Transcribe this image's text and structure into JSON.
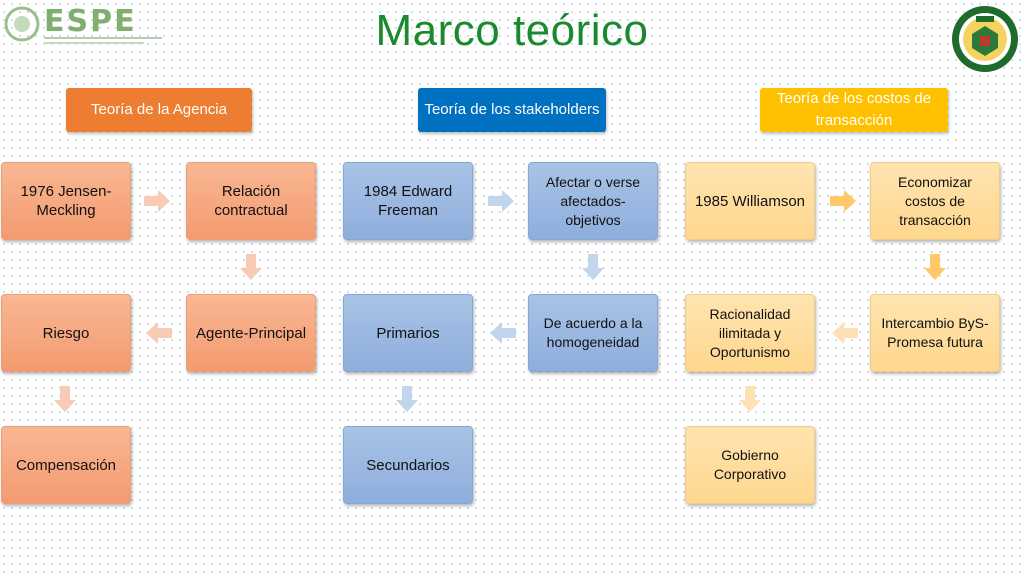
{
  "title": "Marco teórico",
  "logo_text": "ESPE",
  "headers": {
    "agencia": "Teoría de la Agencia",
    "stakeholders": "Teoría de los stakeholders",
    "costos": "Teoría de los costos de transacción"
  },
  "agencia": {
    "jensen": "1976 Jensen-Meckling",
    "relacion": "Relación contractual",
    "agente": "Agente-Principal",
    "riesgo": "Riesgo",
    "compensacion": "Compensación"
  },
  "stakeholders": {
    "freeman": "1984 Edward Freeman",
    "afectar": "Afectar o verse afectados-objetivos",
    "homogeneidad": "De acuerdo a la homogeneidad",
    "primarios": "Primarios",
    "secundarios": "Secundarios"
  },
  "costos": {
    "williamson": "1985 Williamson",
    "economizar": "Economizar costos de transacción",
    "intercambio": "Intercambio ByS-Promesa futura",
    "racionalidad": "Racionalidad ilimitada y Oportunismo",
    "gobierno": "Gobierno Corporativo"
  },
  "colors": {
    "title": "#1a8a2e",
    "agencia": "#ed7d31",
    "stakeholders": "#0070c0",
    "costos": "#ffc000"
  },
  "icons": [
    "espe-logo-icon",
    "espe-seal-icon",
    "arrow-right-icon",
    "arrow-down-icon",
    "arrow-left-icon"
  ]
}
